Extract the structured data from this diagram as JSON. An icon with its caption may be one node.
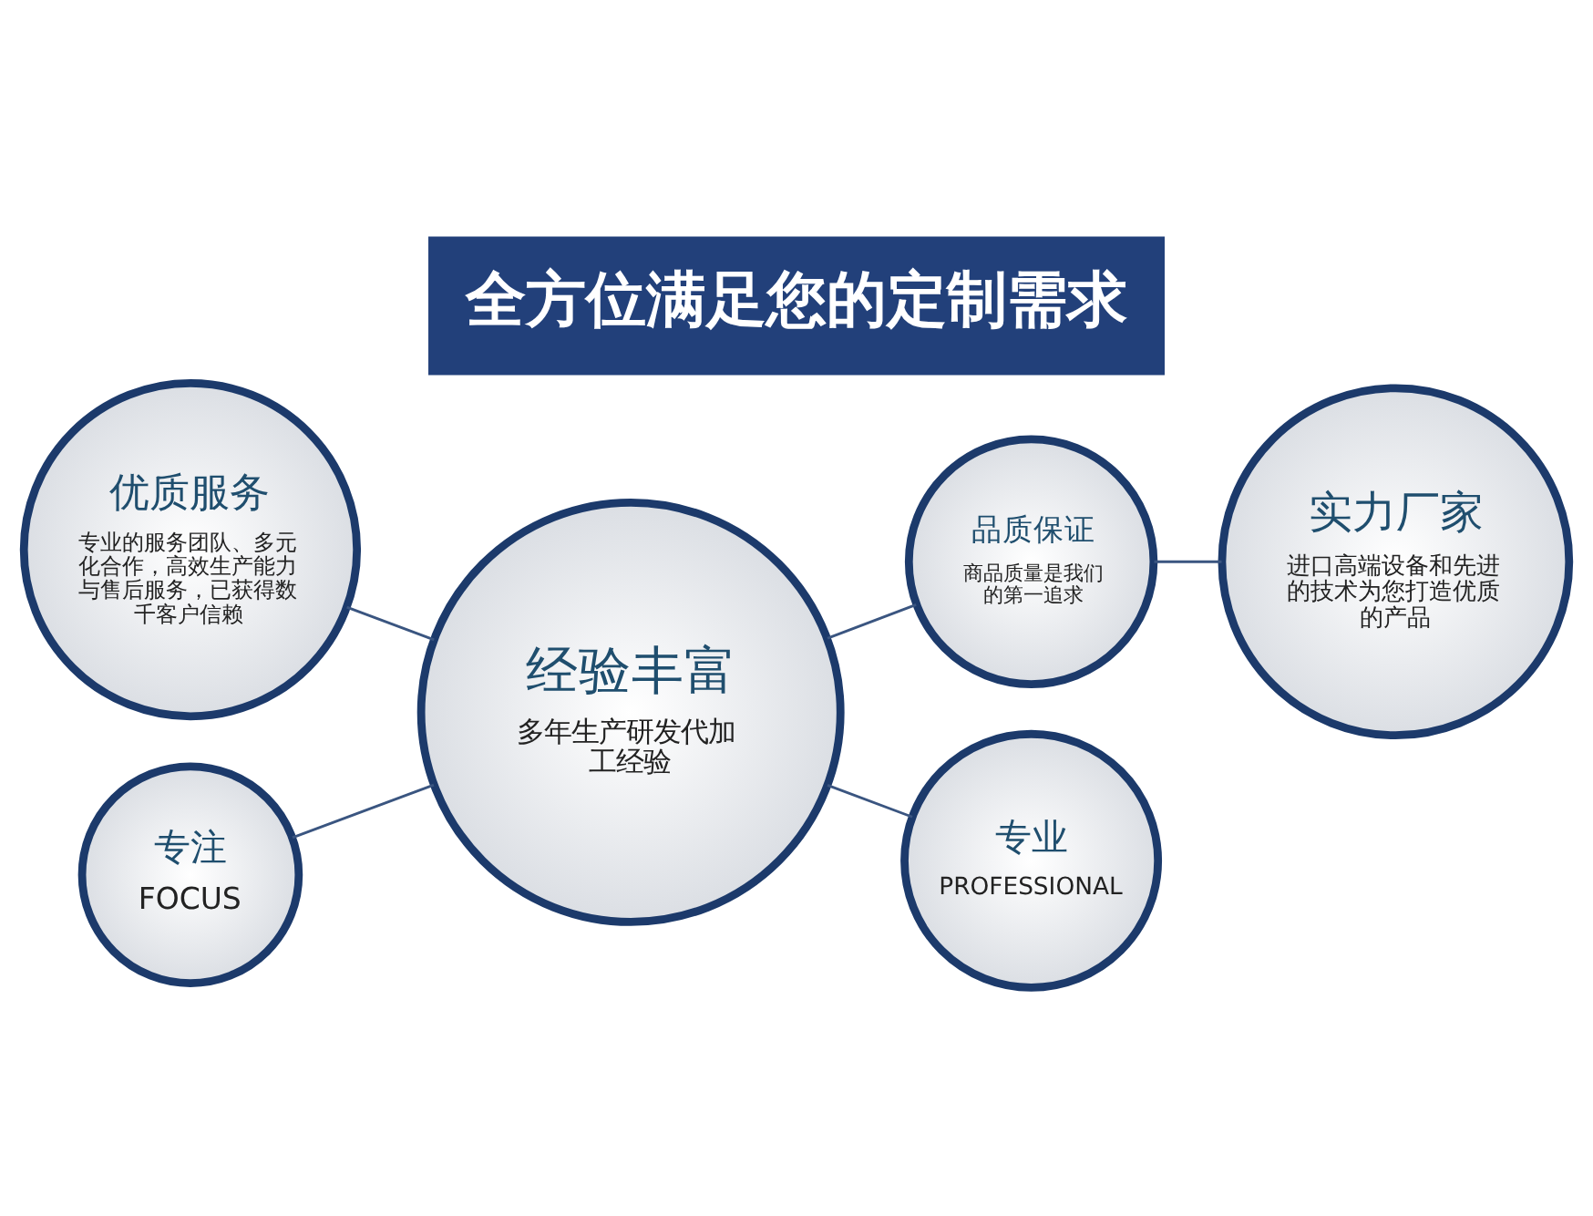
{
  "diagram": {
    "title": "全方位满足您的定制需求",
    "nodes": [
      {
        "text": [
          "经验丰富",
          "多年生产研发代加工经验"
        ]
      },
      {
        "text": [
          "优质服务",
          "专业的服务团队、多元化合作，高效生产能力与售后服务，已获得数千客户信赖"
        ]
      },
      {
        "text": [
          "品质保证",
          "商品质量是我们的第一追求"
        ]
      },
      {
        "text": [
          "实力厂家",
          "进口高端设备和先进的技术为您打造优质的产品"
        ]
      },
      {
        "text": [
          "专注",
          "FOCUS"
        ]
      },
      {
        "text": [
          "专业",
          "PROFESSIONAL"
        ]
      }
    ],
    "edges": [
      {
        "from": 1,
        "to": 0,
        "arrow": "none"
      },
      {
        "from": 0,
        "to": 2,
        "arrow": "none"
      },
      {
        "from": 2,
        "to": 3,
        "arrow": "none"
      },
      {
        "from": 4,
        "to": 0,
        "arrow": "none"
      },
      {
        "from": 0,
        "to": 5,
        "arrow": "none"
      }
    ]
  }
}
